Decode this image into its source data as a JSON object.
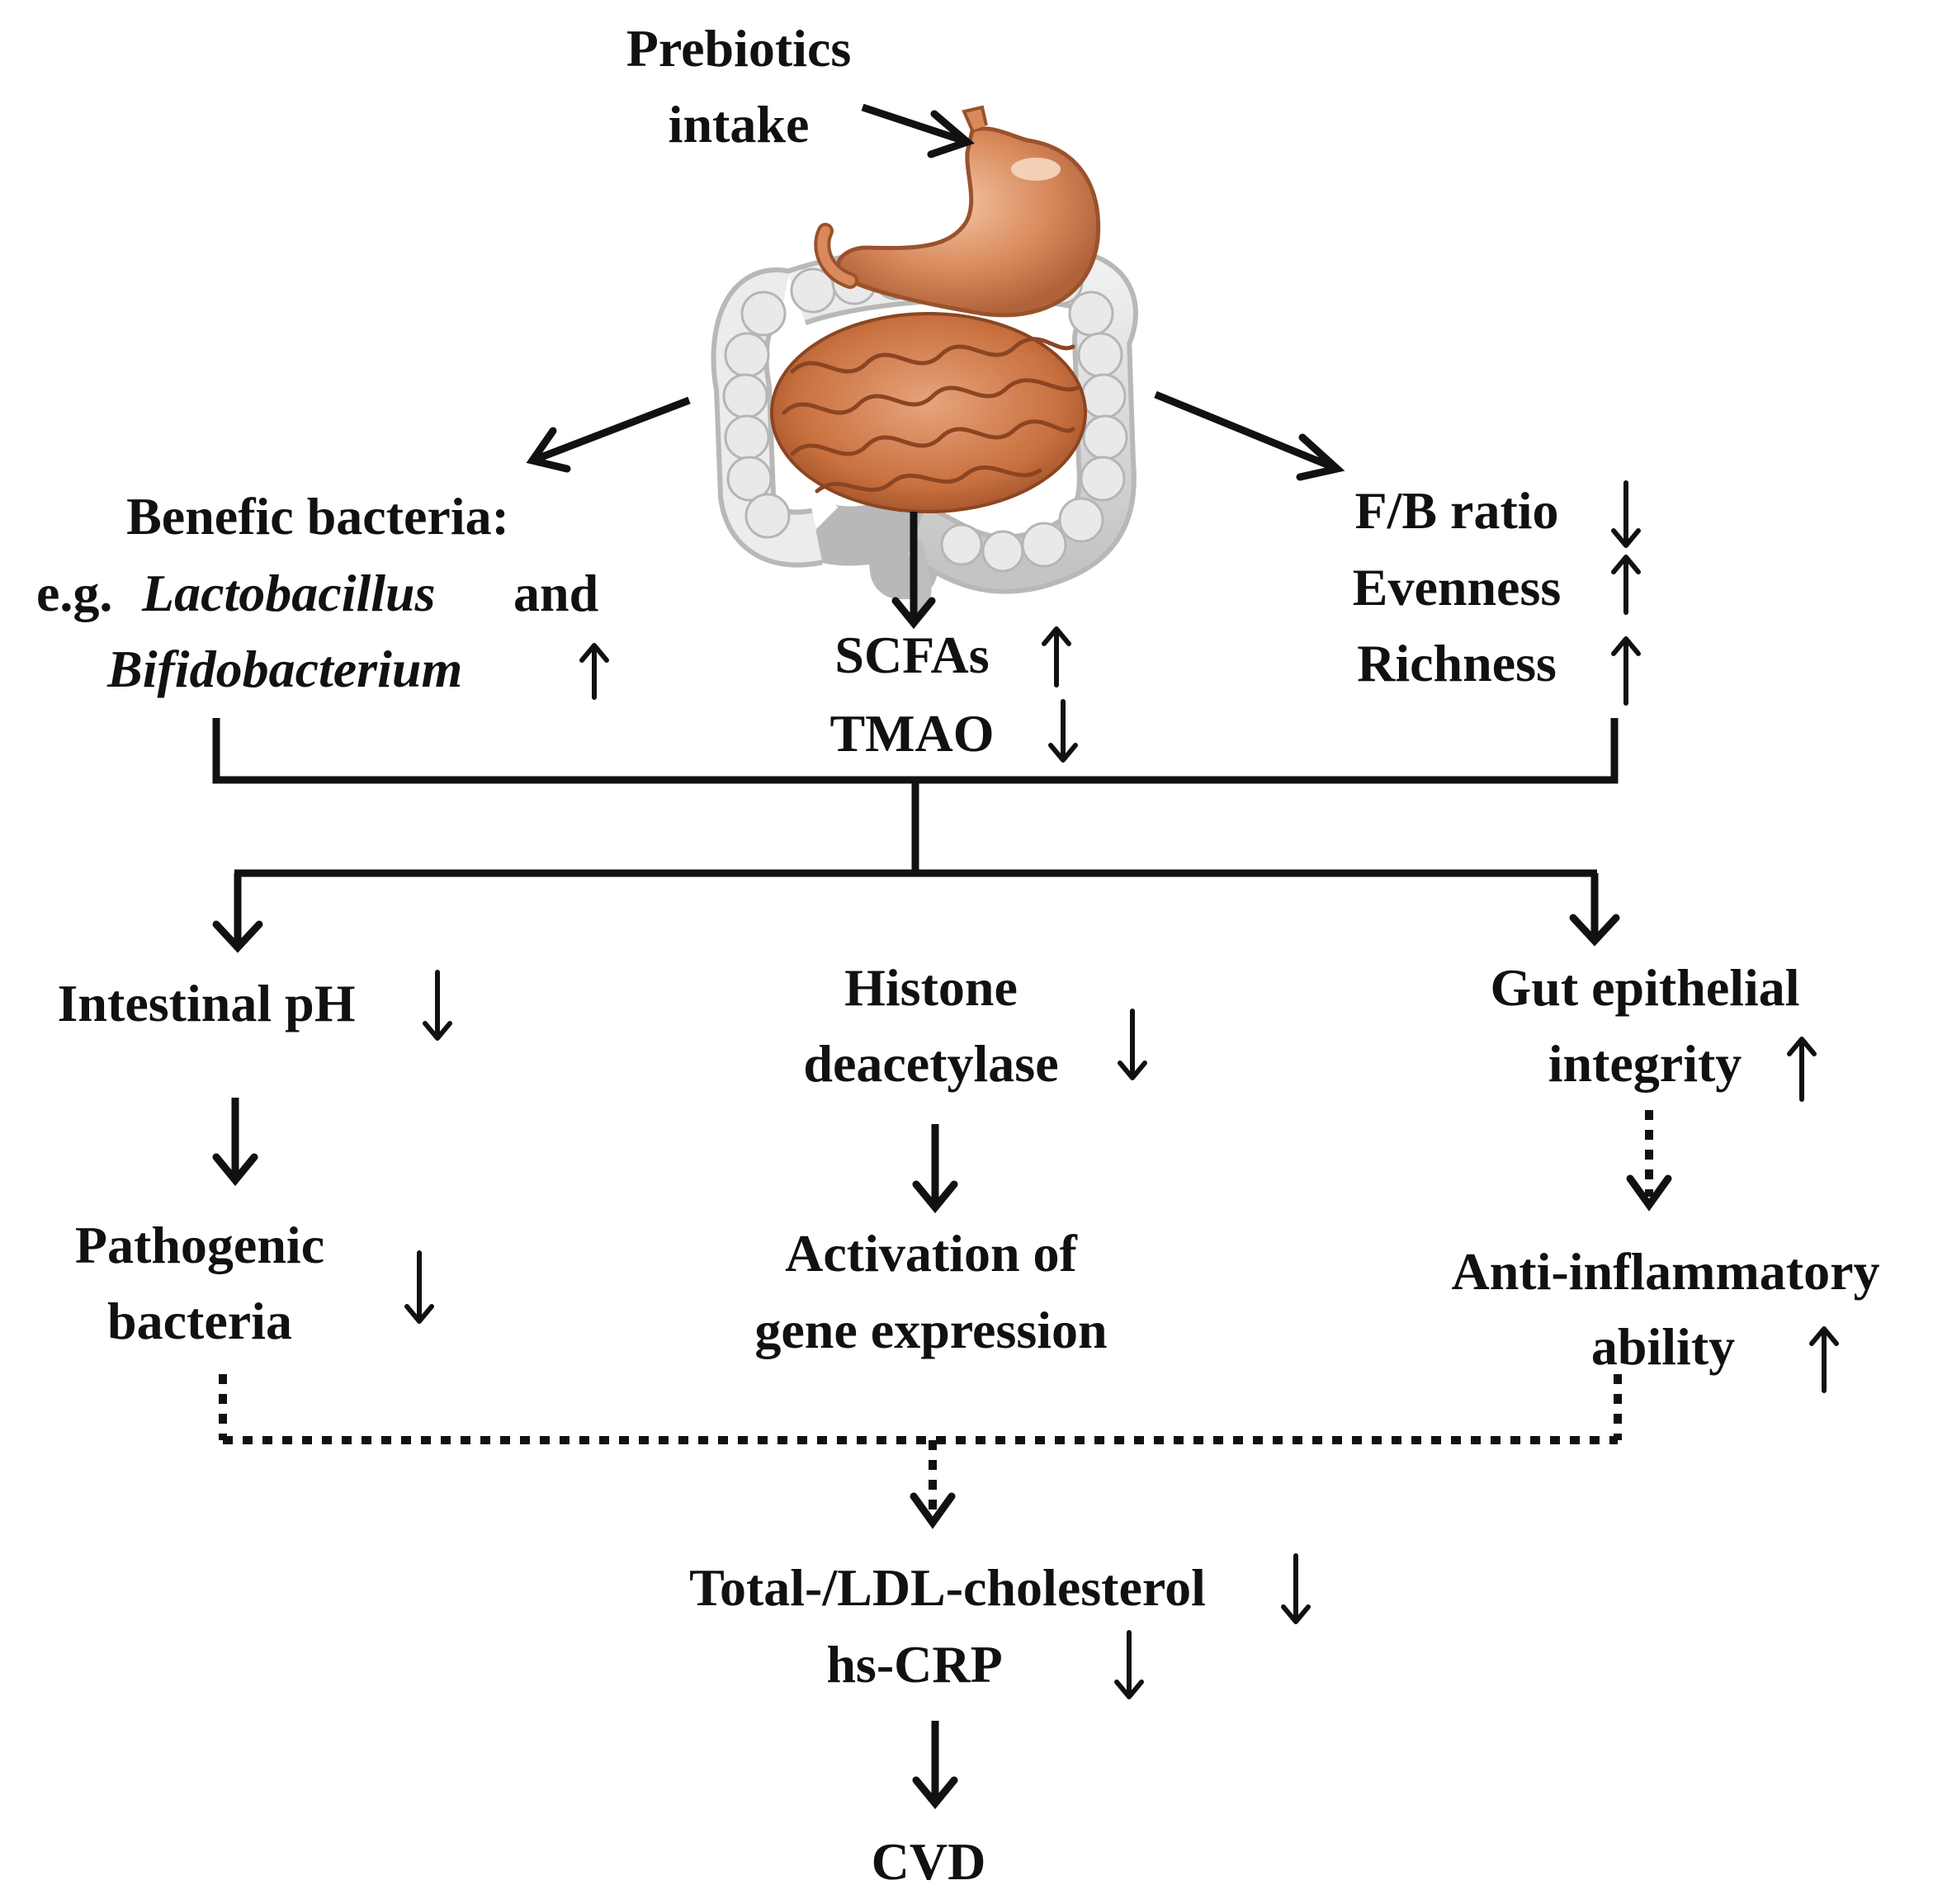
{
  "top": {
    "prebiotics_line1": "Prebiotics",
    "prebiotics_line2": "intake"
  },
  "left_branch": {
    "line1": "Benefic bacteria:",
    "eg": "e.g.",
    "genus1": "Lactobacillus",
    "and": "and",
    "genus2": "Bifidobacterium",
    "trend": "up"
  },
  "center_branch": {
    "scfas": "SCFAs",
    "scfas_trend": "up",
    "tmao": "TMAO",
    "tmao_trend": "down"
  },
  "right_branch": {
    "fb_ratio": "F/B ratio",
    "fb_trend": "down",
    "evenness": "Evenness",
    "evenness_trend": "up",
    "richness": "Richness",
    "richness_trend": "up"
  },
  "effects": {
    "intestinal_ph": "Intestinal pH",
    "intestinal_ph_trend": "down",
    "pathogenic_line1": "Pathogenic",
    "pathogenic_line2": "bacteria",
    "pathogenic_trend": "down",
    "histone_line1": "Histone",
    "histone_line2": "deacetylase",
    "histone_trend": "down",
    "activation_line1": "Activation of",
    "activation_line2": "gene expression",
    "gut_line1": "Gut epithelial",
    "gut_line2": "integrity",
    "gut_trend": "up",
    "anti_line1": "Anti-inflammatory",
    "anti_line2": "ability",
    "anti_trend": "up"
  },
  "outcome": {
    "cholesterol": "Total-/LDL-cholesterol",
    "cholesterol_trend": "down",
    "hscrp": "hs-CRP",
    "hscrp_trend": "down",
    "cvd": "CVD"
  },
  "colors": {
    "ink": "#111111",
    "stomach": "#d98a5c",
    "small_intestine": "#c9703f",
    "colon": "#dcdcdc"
  }
}
